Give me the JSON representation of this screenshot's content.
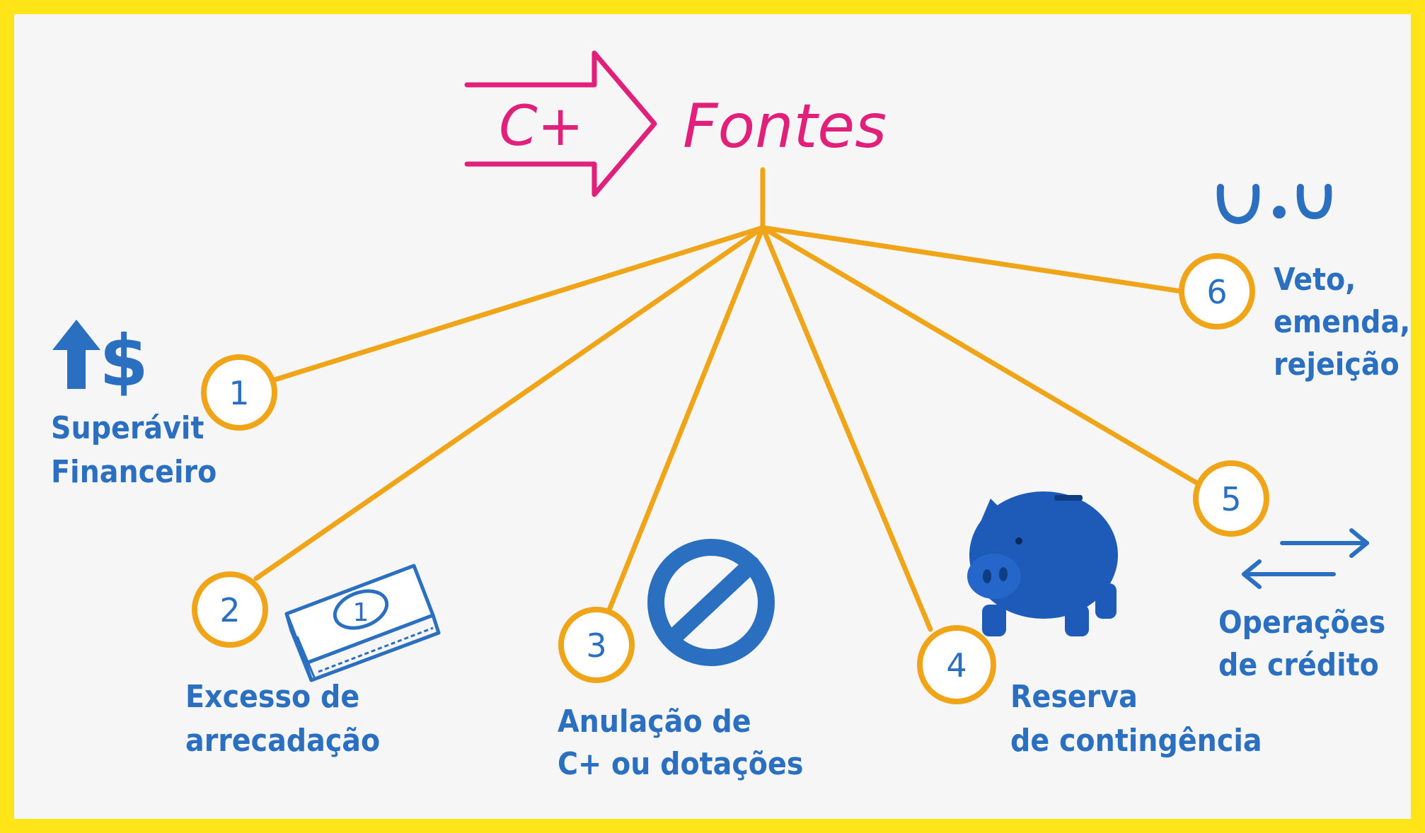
{
  "diagram": {
    "title_left": "C+",
    "title_right": "Fontes",
    "colors": {
      "frame": "#FFE417",
      "title": "#E0207A",
      "lines": "#F0A418",
      "text": "#2A6FC0",
      "piggy": "#1E5AB8"
    },
    "nodes": [
      {
        "number": "1",
        "label_lines": [
          "Superávit",
          "Financeiro"
        ],
        "icon": "arrow-up-dollar-icon"
      },
      {
        "number": "2",
        "label_lines": [
          "Excesso de",
          "arrecadação"
        ],
        "icon": "money-stack-icon"
      },
      {
        "number": "3",
        "label_lines": [
          "Anulação de",
          "C+ ou dotações"
        ],
        "icon": "prohibited-icon"
      },
      {
        "number": "4",
        "label_lines": [
          "Reserva",
          "de contingência"
        ],
        "icon": "piggy-bank-icon"
      },
      {
        "number": "5",
        "label_lines": [
          "Operações",
          "de crédito"
        ],
        "icon": "exchange-arrows-icon"
      },
      {
        "number": "6",
        "label_lines": [
          "Veto,",
          "emenda,",
          "rejeição"
        ],
        "icon": "sad-face-icon"
      }
    ]
  }
}
